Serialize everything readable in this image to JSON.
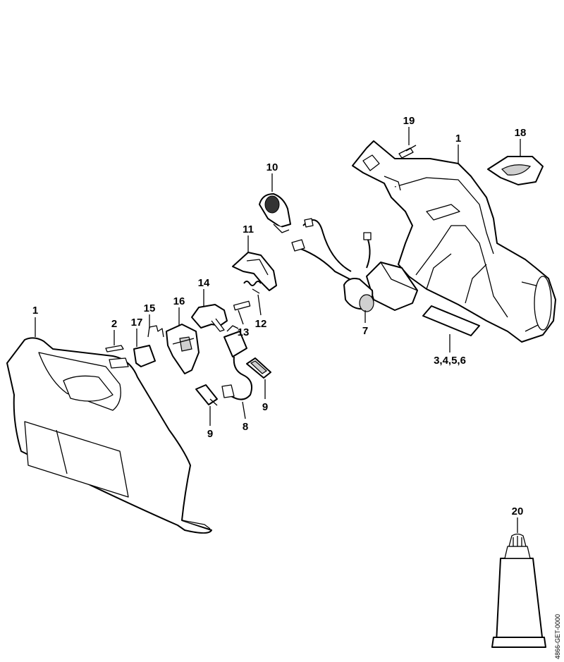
{
  "diagram": {
    "callouts": {
      "c1_left": "1",
      "c1_right": "1",
      "c2": "2",
      "c3456": "3,4,5,6",
      "c7": "7",
      "c8": "8",
      "c9_left": "9",
      "c9_right": "9",
      "c10": "10",
      "c11": "11",
      "c12": "12",
      "c13": "13",
      "c14": "14",
      "c15": "15",
      "c16": "16",
      "c17": "17",
      "c18": "18",
      "c19": "19",
      "c20": "20"
    },
    "document_id": "4866-GET-0000"
  }
}
